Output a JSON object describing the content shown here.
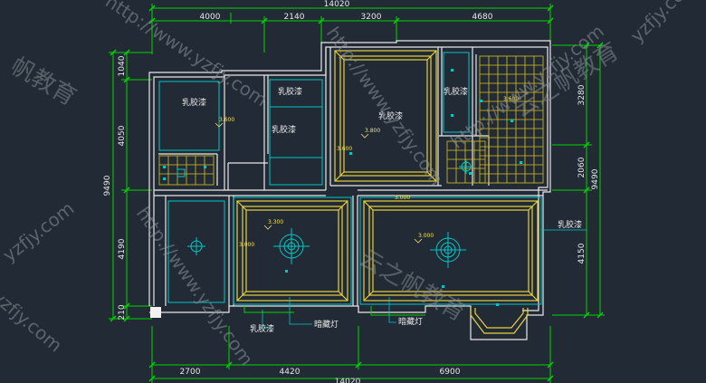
{
  "dimensions": {
    "top_total": "14020",
    "top_segments": [
      "4000",
      "2140",
      "3200",
      "4680"
    ],
    "bottom_total": "14020",
    "bottom_segments": [
      "2700",
      "4420",
      "6900"
    ],
    "left_total": "9490",
    "left_segments": [
      "1040",
      "4050",
      "4190",
      "210"
    ],
    "right_total": "9490",
    "right_segments": [
      "3280",
      "2060",
      "4150"
    ]
  },
  "room_labels": {
    "latex_paint": "乳胶漆",
    "hidden_light": "暗藏灯"
  },
  "ceiling_heights": {
    "h3600": "3.600",
    "h3800": "3.800",
    "h3000": "3.000",
    "h3300": "3.300"
  },
  "watermarks": {
    "url": "http://www.yzfjy.com",
    "url_short": "yzfjy.com",
    "brand": "云之帆教育",
    "brand_short": "帆教育"
  },
  "colors": {
    "background": "#222a35",
    "wall": "#e8e8e8",
    "dimension": "#00d400",
    "ceiling_outline": "#e6d23a",
    "lamp": "#00c8c8",
    "grid_tile": "#d8c020"
  }
}
